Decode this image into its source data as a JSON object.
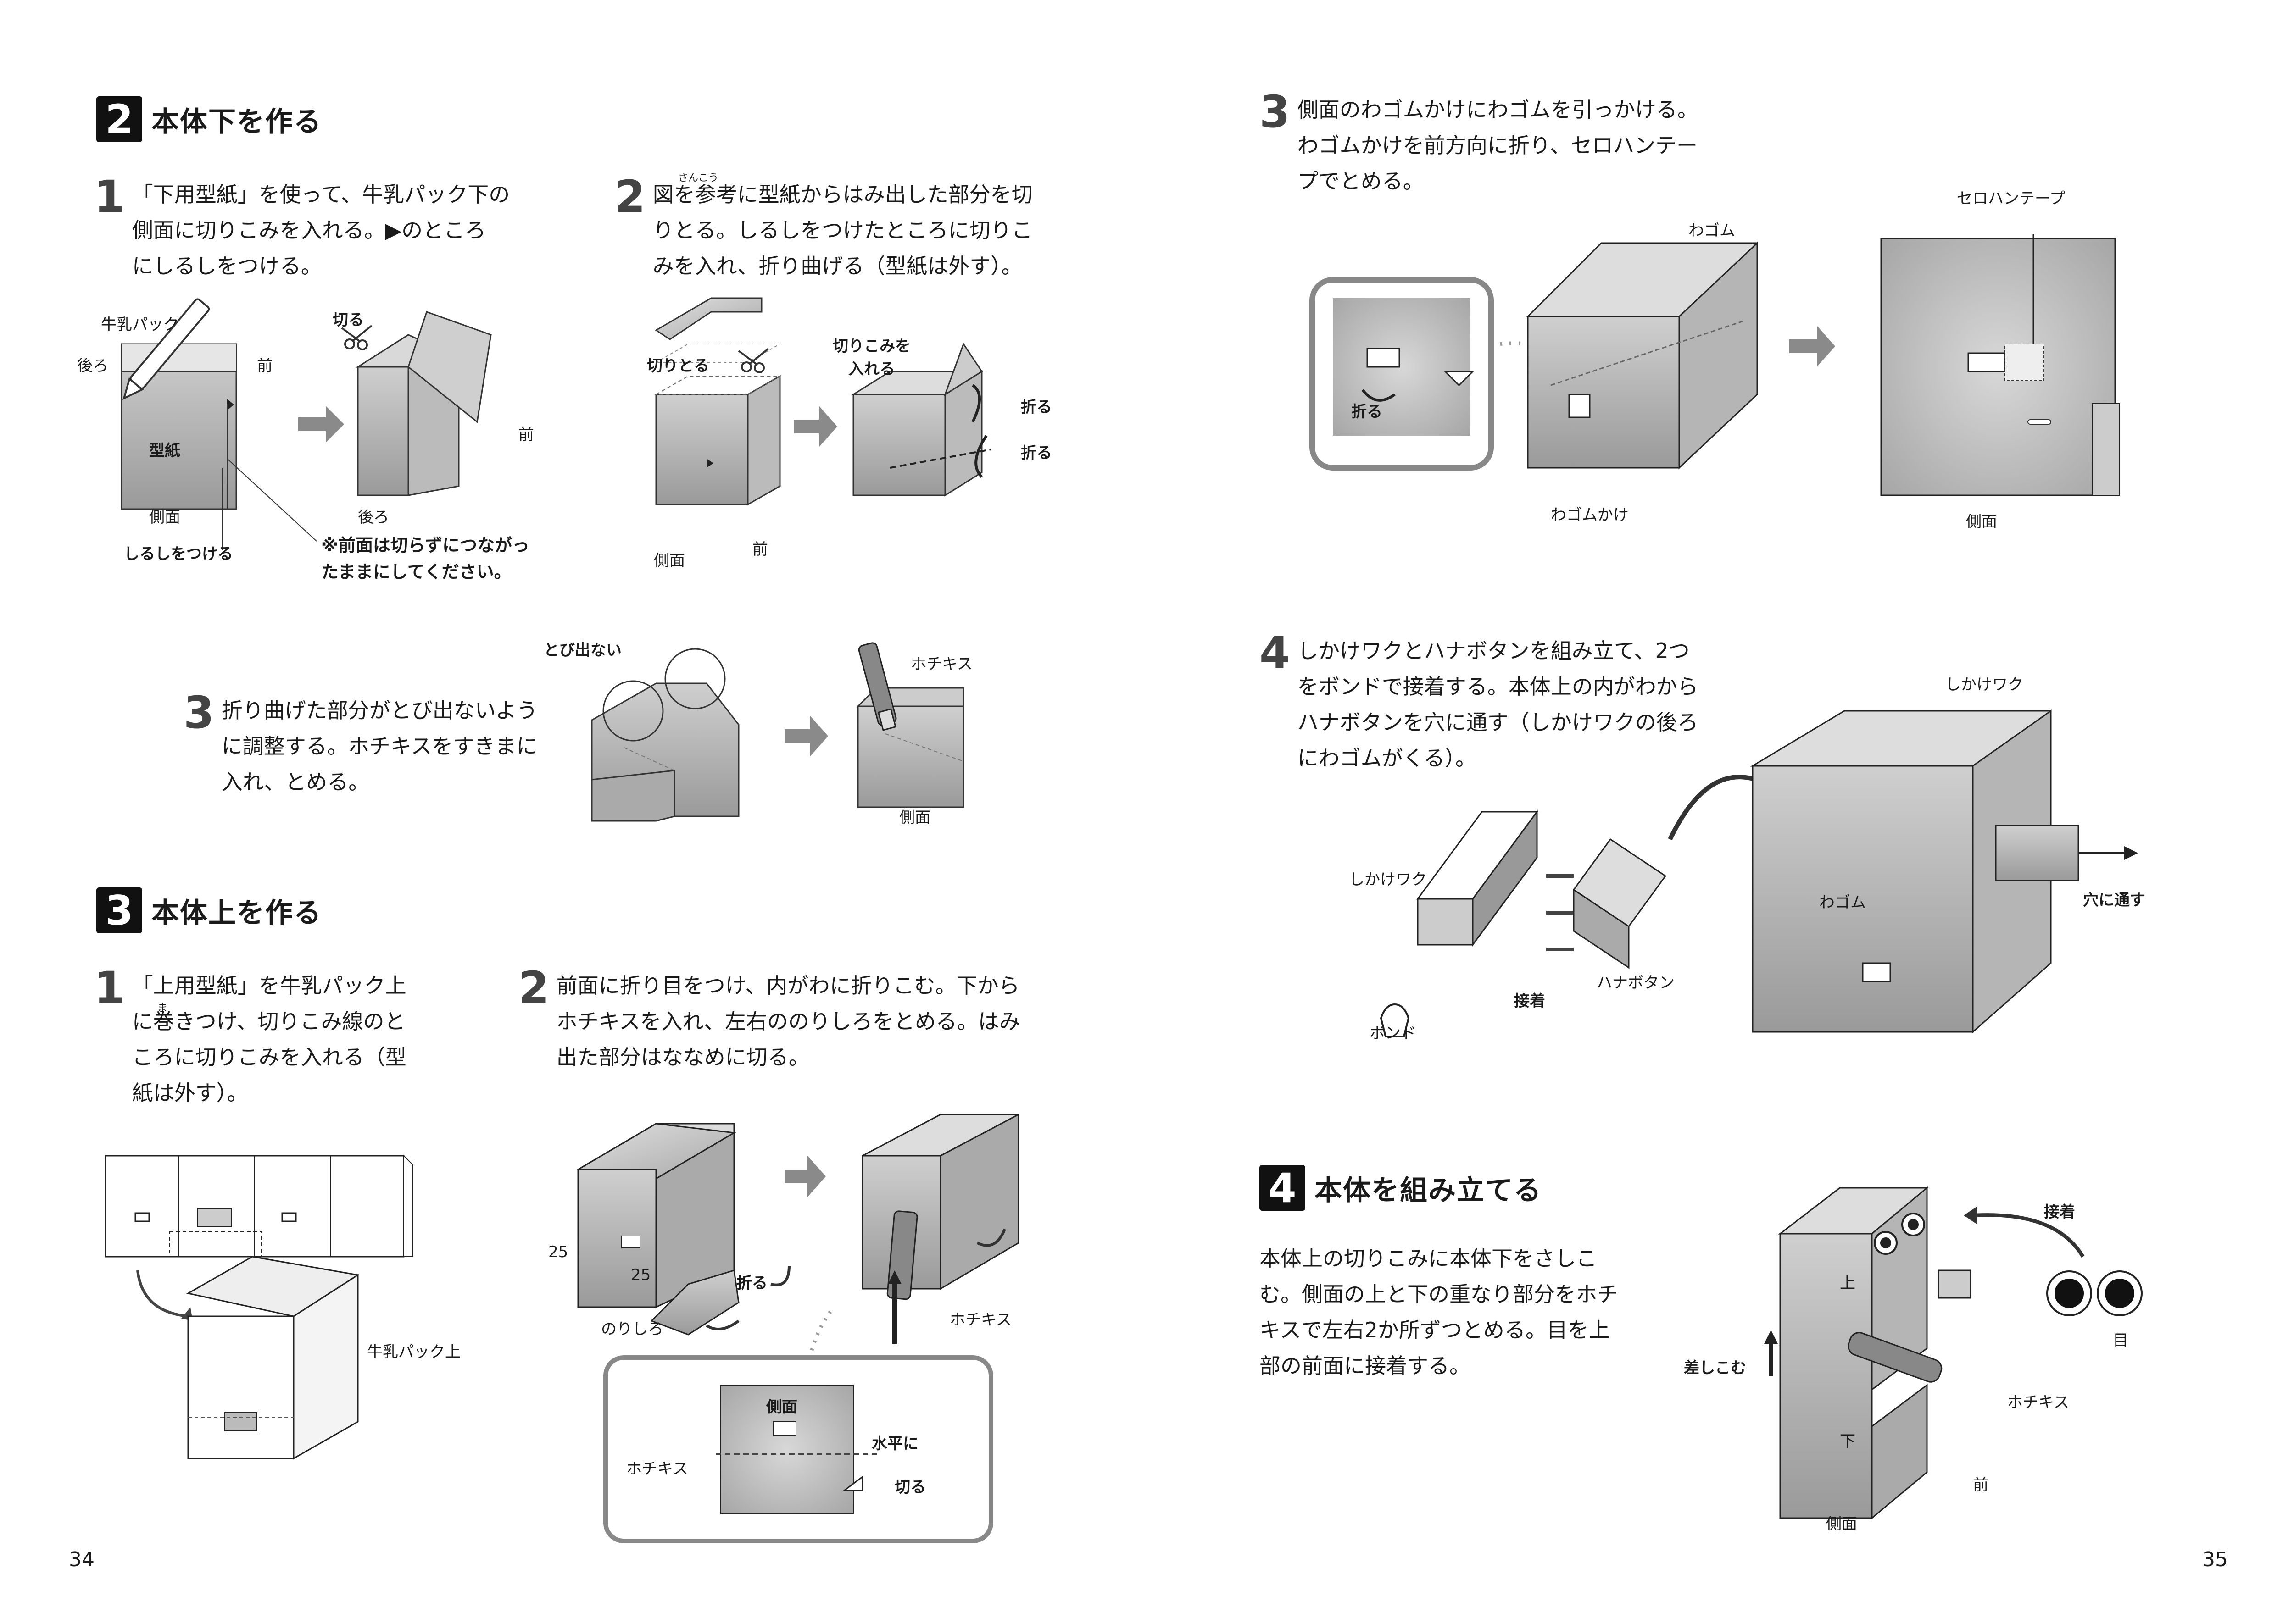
{
  "left": {
    "sec2": {
      "num": "2",
      "title": "本体下を作る",
      "step1": {
        "num": "1",
        "text": "「下用型紙」を使って、牛乳パック下の\n側面に切りこみを入れる。▶のところ\nにしるしをつける。"
      },
      "step2": {
        "num": "2",
        "text": "図を参考に型紙からはみ出した部分を切\nりとる。しるしをつけたところに切りこ\nみを入れ、折り曲げる（型紙は外す）。",
        "ruby": "さんこう"
      },
      "step3": {
        "num": "3",
        "text": "折り曲げた部分がとび出ないよう\nに調整する。ホチキスをすきまに\n入れ、とめる。"
      },
      "fig1": {
        "milk": "牛乳パック",
        "back": "後ろ",
        "front": "前",
        "pattern": "型紙",
        "side": "側面",
        "mark": "しるしをつける",
        "cut": "切る",
        "front2": "前",
        "back2": "後ろ",
        "note": "※前面は切らずにつながっ\nたままにしてください。"
      },
      "fig2": {
        "cutoff": "切りとる",
        "slit": "切りこみを\n入れる",
        "fold1": "折る",
        "fold2": "折る",
        "side": "側面",
        "front": "前"
      },
      "fig3": {
        "protrude": "とび出ない",
        "stapler": "ホチキス",
        "side": "側面"
      }
    },
    "sec3": {
      "num": "3",
      "title": "本体上を作る",
      "step1": {
        "num": "1",
        "text": "「上用型紙」を牛乳パック上\nに巻きつけ、切りこみ線のと\nころに切りこみを入れる（型\n紙は外す）。",
        "ruby": "ま"
      },
      "step2": {
        "num": "2",
        "text": "前面に折り目をつけ、内がわに折りこむ。下から\nホチキスを入れ、左右ののりしろをとめる。はみ\n出た部分はななめに切る。"
      },
      "fig1": {
        "milktop": "牛乳パック上"
      },
      "fig2": {
        "n25a": "25",
        "n25b": "25",
        "fold": "折る",
        "margin": "のりしろ",
        "stapler": "ホチキス",
        "inset_side": "側面",
        "inset_stapler": "ホチキス",
        "horizontal": "水平に",
        "cut": "切る"
      }
    },
    "page": "34"
  },
  "right": {
    "step3": {
      "num": "3",
      "text": "側面のわゴムかけにわゴムを引っかける。\nわゴムかけを前方向に折り、セロハンテー\nプでとめる。"
    },
    "fig3": {
      "band": "わゴム",
      "tape": "セロハンテープ",
      "fold": "折る",
      "hook": "わゴムかけ",
      "side": "側面"
    },
    "step4": {
      "num": "4",
      "text": "しかけワクとハナボタンを組み立て、2つ\nをボンドで接着する。本体上の内がわから\nハナボタンを穴に通す（しかけワクの後ろ\nにわゴムがくる）。"
    },
    "fig4": {
      "frame": "しかけワク",
      "frame2": "しかけワク",
      "band": "わゴム",
      "hole": "穴に通す",
      "glue_label": "接着",
      "button": "ハナボタン",
      "bond": "ボンド"
    },
    "sec4": {
      "num": "4",
      "title": "本体を組み立てる",
      "text": "本体上の切りこみに本体下をさしこ\nむ。側面の上と下の重なり部分をホチ\nキスで左右2か所ずつとめる。目を上\n部の前面に接着する。"
    },
    "fig5": {
      "glue": "接着",
      "top": "上",
      "bottom": "下",
      "insert": "差しこむ",
      "stapler": "ホチキス",
      "eye": "目",
      "front": "前",
      "side": "側面"
    },
    "page": "35"
  }
}
